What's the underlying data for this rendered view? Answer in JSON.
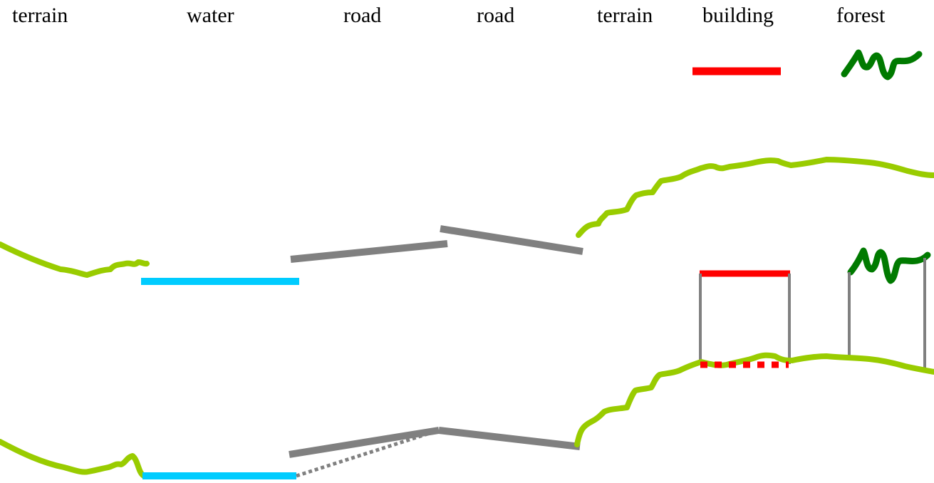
{
  "legend": {
    "labels": [
      "terrain",
      "water",
      "road",
      "road",
      "terrain",
      "building",
      "forest"
    ]
  },
  "colors": {
    "terrain": "#99cc00",
    "water": "#00ccff",
    "road": "#808080",
    "building": "#ff0000",
    "forest": "#007a00",
    "pole": "#808080"
  },
  "icons": {
    "building": "red-line",
    "forest": "scribble"
  }
}
